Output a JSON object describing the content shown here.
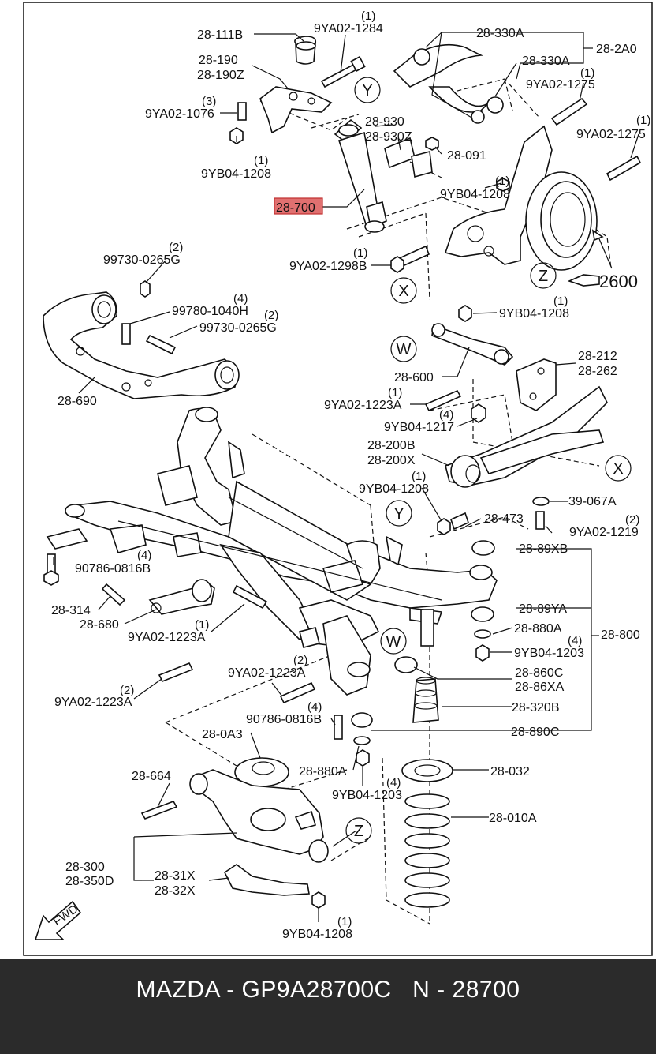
{
  "highlight_color": "#e07070",
  "footer": {
    "caption": "MAZDA - GP9A28700C   N - 28700"
  },
  "callouts": {
    "x": "X",
    "y": "Y",
    "z": "Z",
    "w": "W",
    "assembly": "2600",
    "fwd": "FWD"
  },
  "labels": {
    "l_28_111B": "28-111B",
    "l_9YA02_1284": "9YA02-1284",
    "q_1284": "(1)",
    "l_28_190": "28-190",
    "l_28_190Z": "28-190Z",
    "l_9YA02_1076": "9YA02-1076",
    "q_1076": "(3)",
    "l_9YB04_1208_a": "9YB04-1208",
    "q_1208_a": "(1)",
    "l_28_330A_a": "28-330A",
    "l_28_2A0": "28-2A0",
    "l_28_330A_b": "28-330A",
    "l_9YA02_1275_a": "9YA02-1275",
    "q_1275_a": "(1)",
    "l_9YA02_1275_b": "9YA02-1275",
    "q_1275_b": "(1)",
    "l_28_930": "28-930",
    "l_28_930Z": "28-930Z",
    "l_28_091": "28-091",
    "l_9YB04_1208_b": "9YB04-1208",
    "q_1208_b": "(1)",
    "l_28_700": "28-700",
    "l_9YA02_1298B": "9YA02-1298B",
    "q_1298B": "(1)",
    "l_99730_0265G_a": "99730-0265G",
    "q_0265G_a": "(2)",
    "l_99780_1040H": "99780-1040H",
    "q_1040H": "(4)",
    "l_99730_0265G_b": "99730-0265G",
    "q_0265G_b": "(2)",
    "l_28_690": "28-690",
    "l_9YB04_1208_c": "9YB04-1208",
    "q_1208_c": "(1)",
    "l_28_600": "28-600",
    "l_28_212": "28-212",
    "l_28_262": "28-262",
    "l_9YA02_1223A_a": "9YA02-1223A",
    "q_1223A_a": "(1)",
    "l_9YB04_1217": "9YB04-1217",
    "q_1217": "(4)",
    "l_28_200B": "28-200B",
    "l_28_200X": "28-200X",
    "l_9YB04_1208_d": "9YB04-1208",
    "q_1208_d": "(1)",
    "l_39_067A": "39-067A",
    "l_28_473": "28-473",
    "l_9YA02_1219": "9YA02-1219",
    "q_1219": "(2)",
    "l_90786_0816B_a": "90786-0816B",
    "q_0816B_a": "(4)",
    "l_28_89XB": "28-89XB",
    "l_28_314": "28-314",
    "l_28_680": "28-680",
    "l_9YA02_1223A_b": "9YA02-1223A",
    "q_1223A_b": "(1)",
    "l_28_89YA": "28-89YA",
    "l_28_880A_a": "28-880A",
    "l_9YB04_1203_a": "9YB04-1203",
    "q_1203_a": "(4)",
    "l_28_800": "28-800",
    "l_9YA02_1223A_c": "9YA02-1223A",
    "q_1223A_c": "(2)",
    "l_9YA02_1223A_d": "9YA02-1223A",
    "q_1223A_d": "(2)",
    "l_28_860C": "28-860C",
    "l_28_86XA": "28-86XA",
    "l_28_320B": "28-320B",
    "l_90786_0816B_b": "90786-0816B",
    "q_0816B_b": "(4)",
    "l_28_890C": "28-890C",
    "l_28_0A3": "28-0A3",
    "l_28_880A_b": "28-880A",
    "l_9YB04_1203_b": "9YB04-1203",
    "q_1203_b": "(4)",
    "l_28_664": "28-664",
    "l_28_032": "28-032",
    "l_28_010A": "28-010A",
    "l_28_300": "28-300",
    "l_28_350D": "28-350D",
    "l_28_31X": "28-31X",
    "l_28_32X": "28-32X",
    "l_9YB04_1208_e": "9YB04-1208",
    "q_1208_e": "(1)"
  }
}
